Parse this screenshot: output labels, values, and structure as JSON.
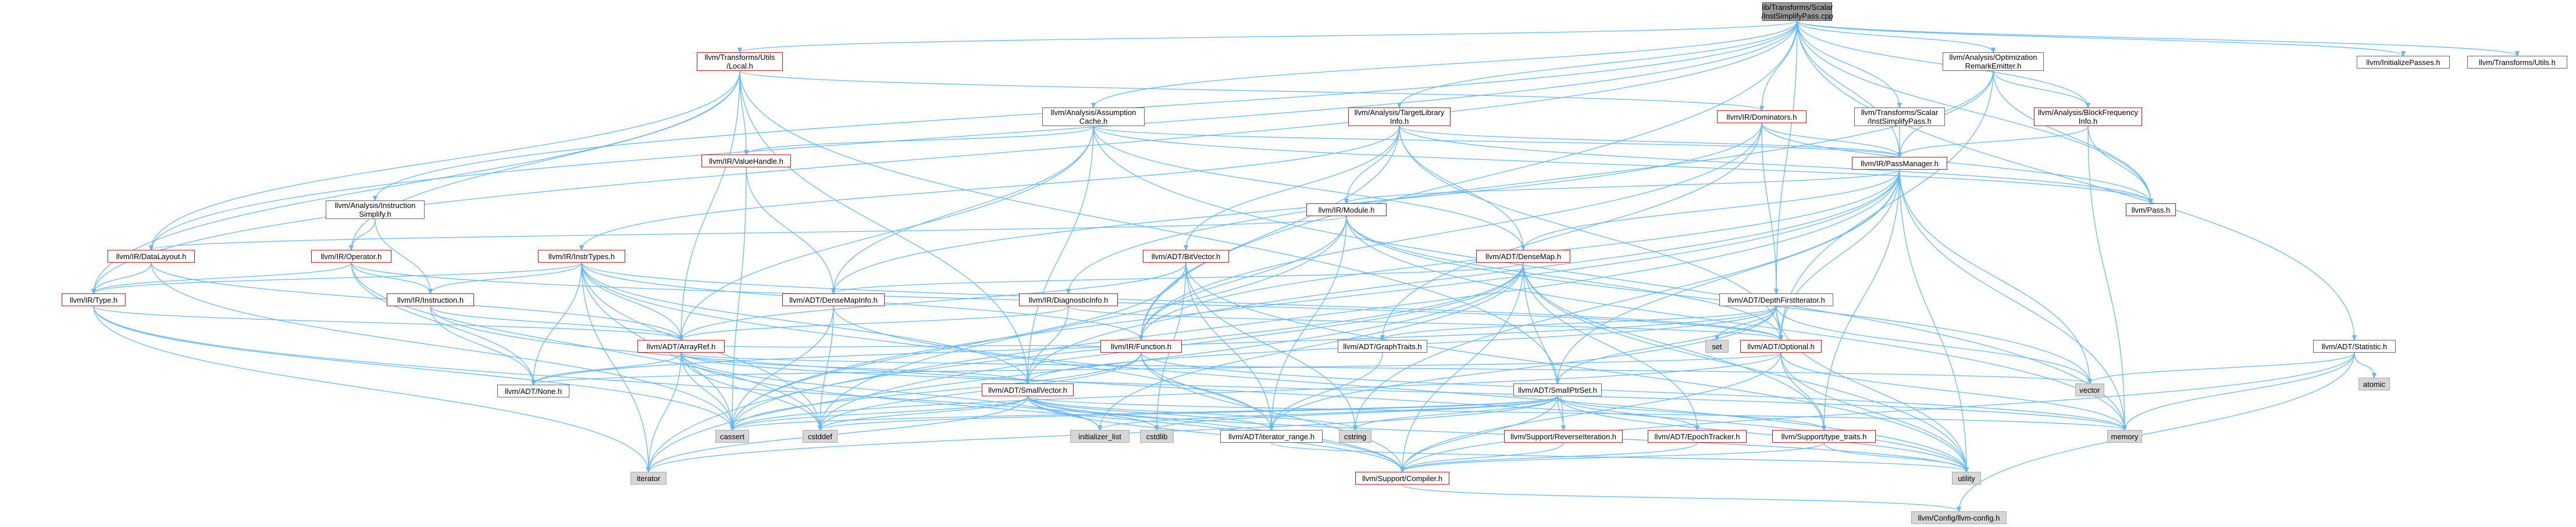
{
  "graph": {
    "colors": {
      "edge": "#63b8ff",
      "red_border": "#cc1111",
      "gray_fill": "#d6d6d6",
      "root_fill": "#999999"
    },
    "nodes": [
      {
        "id": "root",
        "label": "lib/Transforms/Scalar\n/InstSimplifyPass.cpp",
        "style": "root"
      },
      {
        "id": "local",
        "label": "llvm/Transforms/Utils\n/Local.h",
        "style": "red"
      },
      {
        "id": "assumption",
        "label": "llvm/Analysis/Assumption\nCache.h",
        "style": "plain"
      },
      {
        "id": "tli",
        "label": "llvm/Analysis/TargetLibrary\nInfo.h",
        "style": "red"
      },
      {
        "id": "dominators",
        "label": "llvm/IR/Dominators.h",
        "style": "red"
      },
      {
        "id": "ore",
        "label": "llvm/Analysis/Optimization\nRemarkEmitter.h",
        "style": "plain"
      },
      {
        "id": "instsimplifypass",
        "label": "llvm/Transforms/Scalar\n/InstSimplifyPass.h",
        "style": "plain"
      },
      {
        "id": "bfi",
        "label": "llvm/Analysis/BlockFrequency\nInfo.h",
        "style": "red"
      },
      {
        "id": "initpasses",
        "label": "llvm/InitializePasses.h",
        "style": "plain"
      },
      {
        "id": "utils",
        "label": "llvm/Transforms/Utils.h",
        "style": "plain"
      },
      {
        "id": "valuehandle",
        "label": "llvm/IR/ValueHandle.h",
        "style": "red"
      },
      {
        "id": "passmanager",
        "label": "llvm/IR/PassManager.h",
        "style": "red"
      },
      {
        "id": "instsimplify",
        "label": "llvm/Analysis/Instruction\nSimplify.h",
        "style": "plain"
      },
      {
        "id": "module",
        "label": "llvm/IR/Module.h",
        "style": "red"
      },
      {
        "id": "pass",
        "label": "llvm/Pass.h",
        "style": "red"
      },
      {
        "id": "datalayout",
        "label": "llvm/IR/DataLayout.h",
        "style": "red"
      },
      {
        "id": "operator",
        "label": "llvm/IR/Operator.h",
        "style": "red"
      },
      {
        "id": "instrtypes",
        "label": "llvm/IR/InstrTypes.h",
        "style": "red"
      },
      {
        "id": "bitvector",
        "label": "llvm/ADT/BitVector.h",
        "style": "red"
      },
      {
        "id": "densemap",
        "label": "llvm/ADT/DenseMap.h",
        "style": "red"
      },
      {
        "id": "type",
        "label": "llvm/IR/Type.h",
        "style": "red"
      },
      {
        "id": "instruction",
        "label": "llvm/IR/Instruction.h",
        "style": "red"
      },
      {
        "id": "densemapinfo",
        "label": "llvm/ADT/DenseMapInfo.h",
        "style": "red"
      },
      {
        "id": "diaginfo",
        "label": "llvm/IR/DiagnosticInfo.h",
        "style": "red"
      },
      {
        "id": "dfi",
        "label": "llvm/ADT/DepthFirstIterator.h",
        "style": "plain"
      },
      {
        "id": "statistic",
        "label": "llvm/ADT/Statistic.h",
        "style": "plain"
      },
      {
        "id": "arrayref",
        "label": "llvm/ADT/ArrayRef.h",
        "style": "red"
      },
      {
        "id": "function",
        "label": "llvm/IR/Function.h",
        "style": "red"
      },
      {
        "id": "graphtraits",
        "label": "llvm/ADT/GraphTraits.h",
        "style": "plain"
      },
      {
        "id": "set",
        "label": "set",
        "style": "gray"
      },
      {
        "id": "optional",
        "label": "llvm/ADT/Optional.h",
        "style": "red"
      },
      {
        "id": "atomic",
        "label": "atomic",
        "style": "gray"
      },
      {
        "id": "none",
        "label": "llvm/ADT/None.h",
        "style": "plain"
      },
      {
        "id": "smallvector",
        "label": "llvm/ADT/SmallVector.h",
        "style": "red"
      },
      {
        "id": "smallptrset",
        "label": "llvm/ADT/SmallPtrSet.h",
        "style": "plain"
      },
      {
        "id": "vector",
        "label": "vector",
        "style": "gray"
      },
      {
        "id": "cassert",
        "label": "cassert",
        "style": "gray"
      },
      {
        "id": "cstddef",
        "label": "cstddef",
        "style": "gray"
      },
      {
        "id": "initlist",
        "label": "initializer_list",
        "style": "gray"
      },
      {
        "id": "cstdlib",
        "label": "cstdlib",
        "style": "gray"
      },
      {
        "id": "iterrange",
        "label": "llvm/ADT/iterator_range.h",
        "style": "plain"
      },
      {
        "id": "cstring",
        "label": "cstring",
        "style": "gray"
      },
      {
        "id": "reverseiter",
        "label": "llvm/Support/ReverseIteration.h",
        "style": "red"
      },
      {
        "id": "epoch",
        "label": "llvm/ADT/EpochTracker.h",
        "style": "red"
      },
      {
        "id": "typetraits",
        "label": "llvm/Support/type_traits.h",
        "style": "red"
      },
      {
        "id": "memory",
        "label": "memory",
        "style": "gray"
      },
      {
        "id": "iterator",
        "label": "iterator",
        "style": "gray"
      },
      {
        "id": "utility",
        "label": "utility",
        "style": "gray"
      },
      {
        "id": "compiler",
        "label": "llvm/Support/Compiler.h",
        "style": "red"
      },
      {
        "id": "config",
        "label": "llvm/Config/llvm-config.h",
        "style": "gray"
      }
    ],
    "edges": [
      [
        "root",
        "local"
      ],
      [
        "root",
        "assumption"
      ],
      [
        "root",
        "tli"
      ],
      [
        "root",
        "dominators"
      ],
      [
        "root",
        "ore"
      ],
      [
        "root",
        "instsimplifypass"
      ],
      [
        "root",
        "bfi"
      ],
      [
        "root",
        "initpasses"
      ],
      [
        "root",
        "utils"
      ],
      [
        "root",
        "statistic"
      ],
      [
        "root",
        "instsimplify"
      ],
      [
        "root",
        "type"
      ],
      [
        "root",
        "pass"
      ],
      [
        "root",
        "passmanager"
      ],
      [
        "root",
        "function"
      ],
      [
        "root",
        "datalayout"
      ],
      [
        "root",
        "dfi"
      ],
      [
        "local",
        "valuehandle"
      ],
      [
        "local",
        "datalayout"
      ],
      [
        "local",
        "type"
      ],
      [
        "local",
        "arrayref"
      ],
      [
        "local",
        "operator"
      ],
      [
        "local",
        "dominators"
      ],
      [
        "local",
        "smallptrset"
      ],
      [
        "local",
        "smallvector"
      ],
      [
        "assumption",
        "valuehandle"
      ],
      [
        "assumption",
        "passmanager"
      ],
      [
        "assumption",
        "pass"
      ],
      [
        "assumption",
        "densemap"
      ],
      [
        "assumption",
        "arrayref"
      ],
      [
        "assumption",
        "smallvector"
      ],
      [
        "assumption",
        "densemapinfo"
      ],
      [
        "assumption",
        "memory"
      ],
      [
        "tli",
        "module"
      ],
      [
        "tli",
        "passmanager"
      ],
      [
        "tli",
        "pass"
      ],
      [
        "tli",
        "densemap"
      ],
      [
        "tli",
        "optional"
      ],
      [
        "tli",
        "bitvector"
      ],
      [
        "tli",
        "function"
      ],
      [
        "tli",
        "instrtypes"
      ],
      [
        "dominators",
        "passmanager"
      ],
      [
        "dominators",
        "pass"
      ],
      [
        "dominators",
        "dfi"
      ],
      [
        "dominators",
        "densemapinfo"
      ],
      [
        "dominators",
        "graphtraits"
      ],
      [
        "dominators",
        "function"
      ],
      [
        "ore",
        "passmanager"
      ],
      [
        "ore",
        "pass"
      ],
      [
        "ore",
        "bfi"
      ],
      [
        "ore",
        "diaginfo"
      ],
      [
        "ore",
        "optional"
      ],
      [
        "instsimplifypass",
        "passmanager"
      ],
      [
        "bfi",
        "passmanager"
      ],
      [
        "bfi",
        "pass"
      ],
      [
        "bfi",
        "memory"
      ],
      [
        "bfi",
        "cstdint"
      ],
      [
        "statistic",
        "compiler"
      ],
      [
        "statistic",
        "atomic"
      ],
      [
        "statistic",
        "memory"
      ],
      [
        "statistic",
        "vector"
      ],
      [
        "statistic",
        "config"
      ],
      [
        "valuehandle",
        "densemapinfo"
      ],
      [
        "valuehandle",
        "cassert"
      ],
      [
        "passmanager",
        "module"
      ],
      [
        "passmanager",
        "densemap"
      ],
      [
        "passmanager",
        "function"
      ],
      [
        "passmanager",
        "smallptrset"
      ],
      [
        "passmanager",
        "smallvector"
      ],
      [
        "passmanager",
        "typetraits"
      ],
      [
        "passmanager",
        "optional"
      ],
      [
        "passmanager",
        "vector"
      ],
      [
        "passmanager",
        "memory"
      ],
      [
        "passmanager",
        "iterator"
      ],
      [
        "passmanager",
        "cstring"
      ],
      [
        "passmanager",
        "utility"
      ],
      [
        "passmanager",
        "cassert"
      ],
      [
        "instsimplify",
        "operator"
      ],
      [
        "instsimplify",
        "instruction"
      ],
      [
        "module",
        "datalayout"
      ],
      [
        "module",
        "function"
      ],
      [
        "module",
        "iterrange"
      ],
      [
        "module",
        "optional"
      ],
      [
        "module",
        "cstddef"
      ],
      [
        "module",
        "memory"
      ],
      [
        "module",
        "vector"
      ],
      [
        "module",
        "string"
      ],
      [
        "datalayout",
        "type"
      ],
      [
        "datalayout",
        "arrayref"
      ],
      [
        "datalayout",
        "cassert"
      ],
      [
        "operator",
        "instruction"
      ],
      [
        "operator",
        "type"
      ],
      [
        "operator",
        "none"
      ],
      [
        "operator",
        "optional"
      ],
      [
        "operator",
        "cstddef"
      ],
      [
        "instrtypes",
        "arrayref"
      ],
      [
        "instrtypes",
        "none"
      ],
      [
        "instrtypes",
        "optional"
      ],
      [
        "instrtypes",
        "instruction"
      ],
      [
        "instrtypes",
        "type"
      ],
      [
        "instrtypes",
        "function"
      ],
      [
        "instrtypes",
        "iterrange"
      ],
      [
        "instrtypes",
        "cassert"
      ],
      [
        "instrtypes",
        "cstddef"
      ],
      [
        "instrtypes",
        "cstdint"
      ],
      [
        "instrtypes",
        "iterator"
      ],
      [
        "instrtypes",
        "smallvector"
      ],
      [
        "bitvector",
        "arrayref"
      ],
      [
        "bitvector",
        "iterrange"
      ],
      [
        "bitvector",
        "cassert"
      ],
      [
        "bitvector",
        "cstring"
      ],
      [
        "bitvector",
        "utility"
      ],
      [
        "bitvector",
        "cstdlib"
      ],
      [
        "densemap",
        "densemapinfo"
      ],
      [
        "densemap",
        "epoch"
      ],
      [
        "densemap",
        "reverseiter"
      ],
      [
        "densemap",
        "typetraits"
      ],
      [
        "densemap",
        "compiler"
      ],
      [
        "densemap",
        "initlist"
      ],
      [
        "densemap",
        "cassert"
      ],
      [
        "densemap",
        "iterator"
      ],
      [
        "densemap",
        "cstddef"
      ],
      [
        "densemap",
        "utility"
      ],
      [
        "type",
        "arrayref"
      ],
      [
        "type",
        "compiler"
      ],
      [
        "type",
        "cassert"
      ],
      [
        "type",
        "cstdint"
      ],
      [
        "type",
        "iterator"
      ],
      [
        "instruction",
        "arrayref"
      ],
      [
        "instruction",
        "none"
      ],
      [
        "instruction",
        "utility"
      ],
      [
        "instruction",
        "cstdint"
      ],
      [
        "densemapinfo",
        "cassert"
      ],
      [
        "densemapinfo",
        "cstddef"
      ],
      [
        "densemapinfo",
        "utility"
      ],
      [
        "diaginfo",
        "arrayref"
      ],
      [
        "diaginfo",
        "optional"
      ],
      [
        "diaginfo",
        "smallvector"
      ],
      [
        "diaginfo",
        "cstdint"
      ],
      [
        "dfi",
        "graphtraits"
      ],
      [
        "dfi",
        "iterrange"
      ],
      [
        "dfi",
        "none"
      ],
      [
        "dfi",
        "optional"
      ],
      [
        "dfi",
        "smallptrset"
      ],
      [
        "dfi",
        "smallvector"
      ],
      [
        "dfi",
        "set"
      ],
      [
        "dfi",
        "vector"
      ],
      [
        "dfi",
        "utility"
      ],
      [
        "arrayref",
        "none"
      ],
      [
        "arrayref",
        "smallvector"
      ],
      [
        "arrayref",
        "compiler"
      ],
      [
        "arrayref",
        "iterator"
      ],
      [
        "arrayref",
        "memory"
      ],
      [
        "arrayref",
        "vector"
      ],
      [
        "arrayref",
        "cassert"
      ],
      [
        "arrayref",
        "cstddef"
      ],
      [
        "arrayref",
        "initlist"
      ],
      [
        "function",
        "arrayref"
      ],
      [
        "function",
        "iterrange"
      ],
      [
        "function",
        "compiler"
      ],
      [
        "function",
        "cassert"
      ],
      [
        "function",
        "cstddef"
      ],
      [
        "function",
        "cstdint"
      ],
      [
        "function",
        "memory"
      ],
      [
        "graphtraits",
        "iterrange"
      ],
      [
        "optional",
        "none"
      ],
      [
        "optional",
        "typetraits"
      ],
      [
        "optional",
        "compiler"
      ],
      [
        "optional",
        "cassert"
      ],
      [
        "optional",
        "memory"
      ],
      [
        "optional",
        "utility"
      ],
      [
        "smallvector",
        "iterrange"
      ],
      [
        "smallvector",
        "compiler"
      ],
      [
        "smallvector",
        "cassert"
      ],
      [
        "smallvector",
        "cstddef"
      ],
      [
        "smallvector",
        "cstdlib"
      ],
      [
        "smallvector",
        "cstring"
      ],
      [
        "smallvector",
        "initlist"
      ],
      [
        "smallvector",
        "iterator"
      ],
      [
        "smallvector",
        "memory"
      ],
      [
        "smallvector",
        "utility"
      ],
      [
        "smallptrset",
        "epoch"
      ],
      [
        "smallptrset",
        "reverseiter"
      ],
      [
        "smallptrset",
        "typetraits"
      ],
      [
        "smallptrset",
        "compiler"
      ],
      [
        "smallptrset",
        "cassert"
      ],
      [
        "smallptrset",
        "cstddef"
      ],
      [
        "smallptrset",
        "cstdlib"
      ],
      [
        "smallptrset",
        "cstring"
      ],
      [
        "smallptrset",
        "initlist"
      ],
      [
        "smallptrset",
        "iterator"
      ],
      [
        "smallptrset",
        "utility"
      ],
      [
        "iterrange",
        "utility"
      ],
      [
        "typetraits",
        "compiler"
      ],
      [
        "typetraits",
        "utility"
      ],
      [
        "compiler",
        "config"
      ],
      [
        "reverseiter",
        "compiler"
      ],
      [
        "epoch",
        "compiler"
      ]
    ]
  }
}
